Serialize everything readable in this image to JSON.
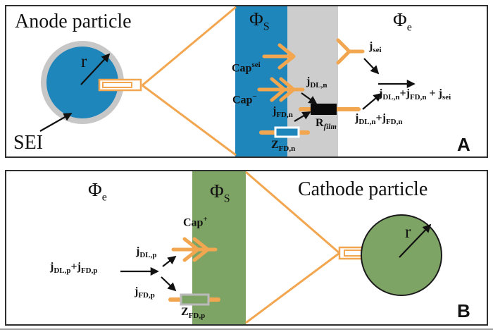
{
  "colors": {
    "blue": "#1f86bb",
    "gray_band": "#cdcdcd",
    "sei_ring": "#c7c7c7",
    "green": "#7ea465",
    "orange": "#f2a64f",
    "ink": "#111111",
    "panel_border": "#2f2f2f"
  },
  "panelA": {
    "title": "Anode particle",
    "sei_label": "SEI",
    "radius_label": "r",
    "phi_s": [
      "Φ",
      "S"
    ],
    "phi_e": [
      "Φ",
      "e"
    ],
    "cap_sei": [
      "Cap",
      "sei"
    ],
    "cap_minus": [
      "Cap",
      "−"
    ],
    "j_dl": [
      "j",
      "DL,n"
    ],
    "j_fd": [
      "j",
      "FD,n"
    ],
    "r_film": [
      "R",
      "film"
    ],
    "z_fd": [
      "Z",
      "FD,n"
    ],
    "j_sei": [
      "j",
      "sei"
    ],
    "flux_total": [
      "j",
      "DL,n",
      "+j",
      "FD,n",
      " + j",
      "sei"
    ],
    "flux_sum": [
      "j",
      "DL,n",
      "+j",
      "FD,n"
    ],
    "tag": "A"
  },
  "panelB": {
    "title": "Cathode particle",
    "radius_label": "r",
    "phi_e": [
      "Φ",
      "e"
    ],
    "phi_s": [
      "Φ",
      "S"
    ],
    "cap_plus": [
      "Cap",
      "+"
    ],
    "j_dl": [
      "j",
      "DL,p"
    ],
    "j_fd": [
      "j",
      "FD,p"
    ],
    "flux_sum": [
      "j",
      "DL,p",
      "+j",
      "FD,p"
    ],
    "z_fd": [
      "Z",
      "FD,p"
    ],
    "tag": "B"
  }
}
